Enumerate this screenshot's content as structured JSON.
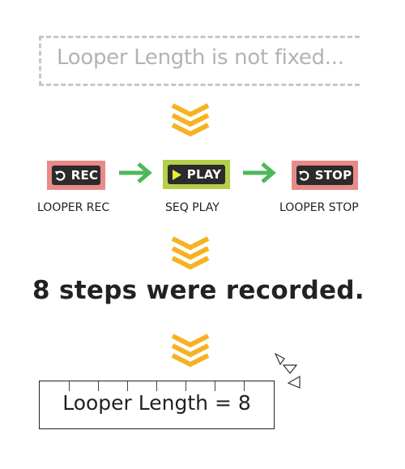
{
  "top_note": "Looper Length is not fixed...",
  "steps": [
    {
      "button": "REC",
      "label": "LOOPER REC",
      "icon": "undo-icon",
      "color": "#e88a8a"
    },
    {
      "button": "PLAY",
      "label": "SEQ PLAY",
      "icon": "play-icon",
      "color": "#b4cf4a"
    },
    {
      "button": "STOP",
      "label": "LOOPER STOP",
      "icon": "undo-icon",
      "color": "#e88a8a"
    }
  ],
  "headline": "8 steps were recorded.",
  "result": "Looper Length = 8",
  "colors": {
    "chevron": "#f5b324",
    "arrow": "#4db85a",
    "text": "#222222"
  }
}
